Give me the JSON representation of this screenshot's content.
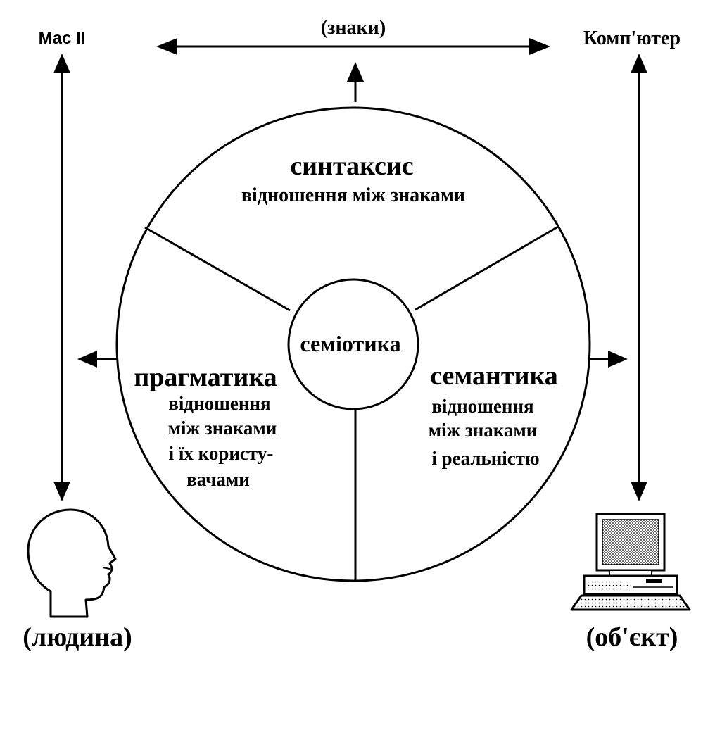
{
  "labels": {
    "mac": "Mac II",
    "computer": "Комп'ютер",
    "signs": "(знаки)",
    "person": "(людина)",
    "object": "(об'єкт)",
    "center": "семіотика"
  },
  "sections": {
    "syntax": {
      "title": "синтаксис",
      "line1": "відношення між знаками"
    },
    "pragmatics": {
      "title": "прагматика",
      "line1": "відношення",
      "line2": "між знаками",
      "line3": "і їх користу-",
      "line4": "вачами"
    },
    "semantics": {
      "title": "семантика",
      "line1": "відношення",
      "line2": "між знаками",
      "line3": "і реальністю"
    }
  },
  "icons": {
    "person": "head-profile-icon",
    "computer": "computer-icon"
  },
  "colors": {
    "ink": "#000000",
    "background": "#ffffff"
  }
}
